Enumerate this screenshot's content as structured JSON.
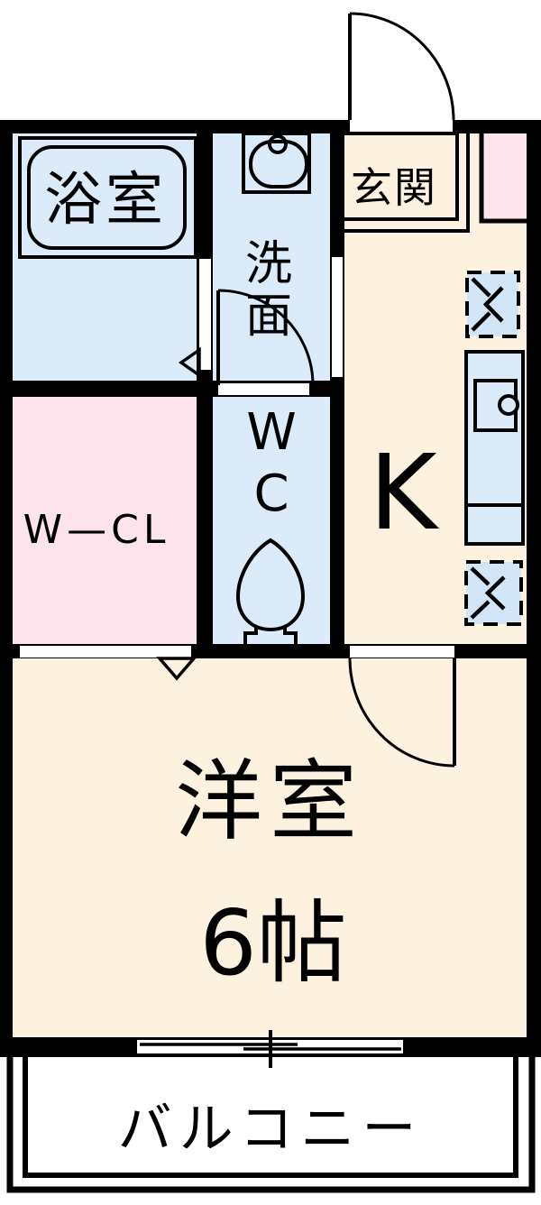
{
  "floorplan": {
    "rooms": {
      "bathroom": {
        "label": "浴室"
      },
      "washroom": {
        "label": "洗面",
        "chars": [
          "洗",
          "面"
        ]
      },
      "toilet": {
        "label": "WC",
        "chars": [
          "W",
          "C"
        ]
      },
      "entrance": {
        "label": "玄関"
      },
      "closet": {
        "label": "W—CL"
      },
      "kitchen": {
        "label": "K"
      },
      "western_room": {
        "label": "洋室",
        "size": "6帖"
      },
      "balcony": {
        "label": "バルコニー"
      }
    },
    "colors": {
      "room_blue": "#dcebfa",
      "room_cream": "#fdf2df",
      "room_pink": "#fde4ec",
      "fixture_blue": "#d3e6f7",
      "wall_black": "#000000",
      "background": "#ffffff"
    }
  }
}
